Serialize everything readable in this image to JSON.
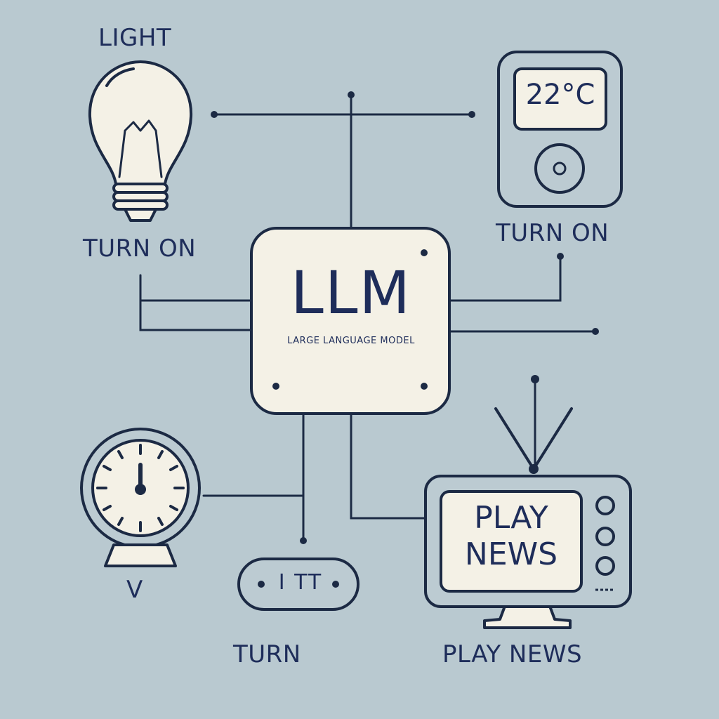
{
  "center": {
    "title": "LLM",
    "subtitle": "LARGE LANGUAGE MODEL"
  },
  "devices": {
    "light": {
      "name": "LIGHT",
      "action": "TURN ON",
      "icon": "lightbulb-icon"
    },
    "thermostat": {
      "reading": "22°C",
      "action": "TURN ON",
      "icon": "thermostat-icon"
    },
    "clock": {
      "label": "V",
      "icon": "clock-icon"
    },
    "switch": {
      "display": "I TT",
      "action": "TURN",
      "icon": "switch-icon"
    },
    "tv": {
      "screen_line1": "PLAY",
      "screen_line2": "NEWS",
      "action": "PLAY NEWS",
      "icon": "tv-icon"
    }
  },
  "colors": {
    "background": "#b9c9d0",
    "ink": "#1c2a44",
    "card": "#f4f1e6",
    "text": "#1e2d5a"
  }
}
